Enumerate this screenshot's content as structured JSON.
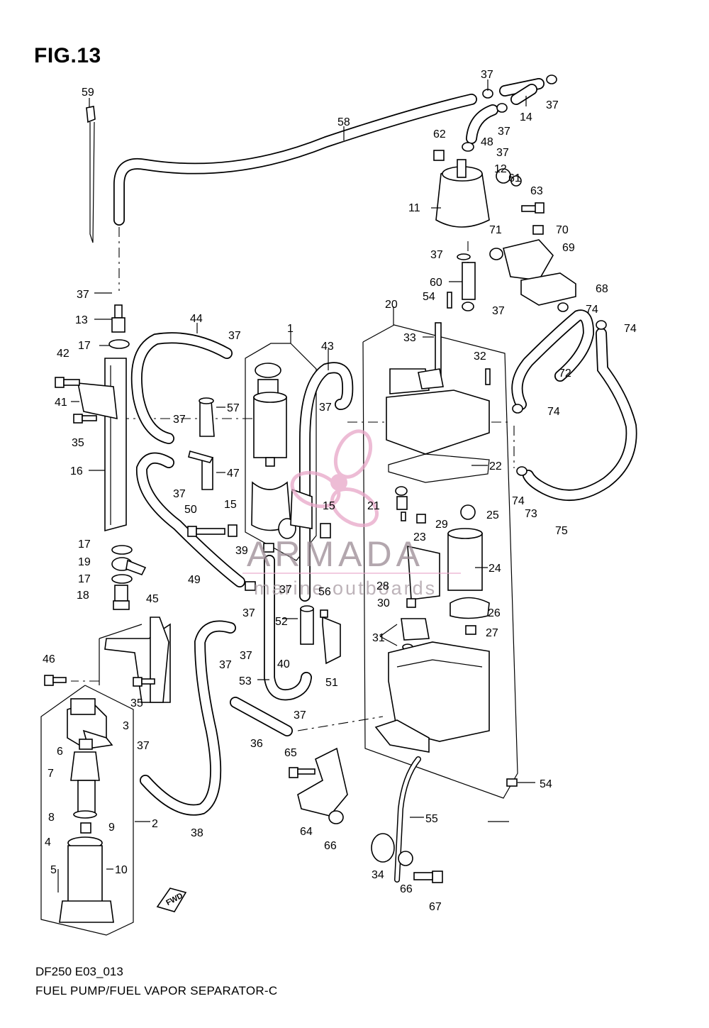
{
  "figure": {
    "title": "FIG.13",
    "footer_code": "DF250 E03_013",
    "footer_name": "FUEL PUMP/FUEL VAPOR SEPARATOR-C"
  },
  "watermark": {
    "brand": "ARMADA",
    "tagline": "marine outboards",
    "accent_color": "#e7a6c8"
  },
  "direction_badge": {
    "label": "FWD"
  },
  "callouts": [
    {
      "id": "c59",
      "text": "59"
    },
    {
      "id": "c58",
      "text": "58"
    },
    {
      "id": "c37a",
      "text": "37"
    },
    {
      "id": "c37b",
      "text": "37"
    },
    {
      "id": "c14",
      "text": "14"
    },
    {
      "id": "c37c",
      "text": "37"
    },
    {
      "id": "c48",
      "text": "48"
    },
    {
      "id": "c37d",
      "text": "37"
    },
    {
      "id": "c62",
      "text": "62"
    },
    {
      "id": "c12",
      "text": "12"
    },
    {
      "id": "c61",
      "text": "61"
    },
    {
      "id": "c63",
      "text": "63"
    },
    {
      "id": "c11",
      "text": "11"
    },
    {
      "id": "c70",
      "text": "70"
    },
    {
      "id": "c71",
      "text": "71"
    },
    {
      "id": "c69",
      "text": "69"
    },
    {
      "id": "c37e",
      "text": "37"
    },
    {
      "id": "c68",
      "text": "68"
    },
    {
      "id": "c60",
      "text": "60"
    },
    {
      "id": "c54a",
      "text": "54"
    },
    {
      "id": "c37f",
      "text": "37"
    },
    {
      "id": "c74a",
      "text": "74"
    },
    {
      "id": "c74b",
      "text": "74"
    },
    {
      "id": "c37g",
      "text": "37"
    },
    {
      "id": "c13",
      "text": "13"
    },
    {
      "id": "c20",
      "text": "20"
    },
    {
      "id": "c44",
      "text": "44"
    },
    {
      "id": "c37h",
      "text": "37"
    },
    {
      "id": "c1",
      "text": "1"
    },
    {
      "id": "c43",
      "text": "43"
    },
    {
      "id": "c33",
      "text": "33"
    },
    {
      "id": "c17a",
      "text": "17"
    },
    {
      "id": "c42",
      "text": "42"
    },
    {
      "id": "c32",
      "text": "32"
    },
    {
      "id": "c72",
      "text": "72"
    },
    {
      "id": "c41",
      "text": "41"
    },
    {
      "id": "c57",
      "text": "57"
    },
    {
      "id": "c37i",
      "text": "37"
    },
    {
      "id": "c37j",
      "text": "37"
    },
    {
      "id": "c74c",
      "text": "74"
    },
    {
      "id": "c35a",
      "text": "35"
    },
    {
      "id": "c22",
      "text": "22"
    },
    {
      "id": "c16",
      "text": "16"
    },
    {
      "id": "c47",
      "text": "47"
    },
    {
      "id": "c37k",
      "text": "37"
    },
    {
      "id": "c74d",
      "text": "74"
    },
    {
      "id": "c73",
      "text": "73"
    },
    {
      "id": "c21",
      "text": "21"
    },
    {
      "id": "c50",
      "text": "50"
    },
    {
      "id": "c15a",
      "text": "15"
    },
    {
      "id": "c15b",
      "text": "15"
    },
    {
      "id": "c25",
      "text": "25"
    },
    {
      "id": "c29",
      "text": "29"
    },
    {
      "id": "c75",
      "text": "75"
    },
    {
      "id": "c23",
      "text": "23"
    },
    {
      "id": "c17b",
      "text": "17"
    },
    {
      "id": "c39",
      "text": "39"
    },
    {
      "id": "c19",
      "text": "19"
    },
    {
      "id": "c24",
      "text": "24"
    },
    {
      "id": "c17c",
      "text": "17"
    },
    {
      "id": "c49",
      "text": "49"
    },
    {
      "id": "c28",
      "text": "28"
    },
    {
      "id": "c18",
      "text": "18"
    },
    {
      "id": "c37l",
      "text": "37"
    },
    {
      "id": "c56",
      "text": "56"
    },
    {
      "id": "c30",
      "text": "30"
    },
    {
      "id": "c26",
      "text": "26"
    },
    {
      "id": "c45",
      "text": "45"
    },
    {
      "id": "c37m",
      "text": "37"
    },
    {
      "id": "c52",
      "text": "52"
    },
    {
      "id": "c27",
      "text": "27"
    },
    {
      "id": "c31",
      "text": "31"
    },
    {
      "id": "c37n",
      "text": "37"
    },
    {
      "id": "c46",
      "text": "46"
    },
    {
      "id": "c40",
      "text": "40"
    },
    {
      "id": "c37o",
      "text": "37"
    },
    {
      "id": "c53",
      "text": "53"
    },
    {
      "id": "c51",
      "text": "51"
    },
    {
      "id": "c35b",
      "text": "35"
    },
    {
      "id": "c3",
      "text": "3"
    },
    {
      "id": "c37p",
      "text": "37"
    },
    {
      "id": "c36",
      "text": "36"
    },
    {
      "id": "c6",
      "text": "6"
    },
    {
      "id": "c37q",
      "text": "37"
    },
    {
      "id": "c65",
      "text": "65"
    },
    {
      "id": "c7",
      "text": "7"
    },
    {
      "id": "c54b",
      "text": "54"
    },
    {
      "id": "c8",
      "text": "8"
    },
    {
      "id": "c9",
      "text": "9"
    },
    {
      "id": "c2",
      "text": "2"
    },
    {
      "id": "c38",
      "text": "38"
    },
    {
      "id": "c4",
      "text": "4"
    },
    {
      "id": "c55",
      "text": "55"
    },
    {
      "id": "c64",
      "text": "64"
    },
    {
      "id": "c66a",
      "text": "66"
    },
    {
      "id": "c10",
      "text": "10"
    },
    {
      "id": "c5",
      "text": "5"
    },
    {
      "id": "c34",
      "text": "34"
    },
    {
      "id": "c66b",
      "text": "66"
    },
    {
      "id": "c67",
      "text": "67"
    }
  ]
}
